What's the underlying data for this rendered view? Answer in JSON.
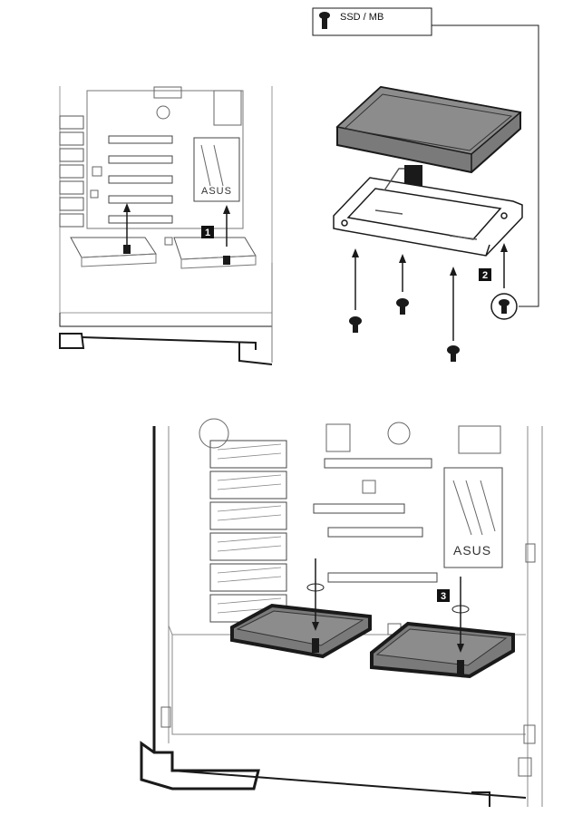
{
  "legend": {
    "screw_label": "SSD / MB",
    "icon": "screw-icon"
  },
  "steps": {
    "step1": "1",
    "step2": "2",
    "step3": "3"
  },
  "brand": {
    "text": "ASUS"
  },
  "colors": {
    "line": "#1a1a1a",
    "drive_fill": "#7a7a7a",
    "drive_top": "#8c8c8c",
    "arrow_fill": "#1a1a1a",
    "light_line": "#9a9a9a",
    "step_bg": "#111111",
    "step_text": "#ffffff"
  }
}
